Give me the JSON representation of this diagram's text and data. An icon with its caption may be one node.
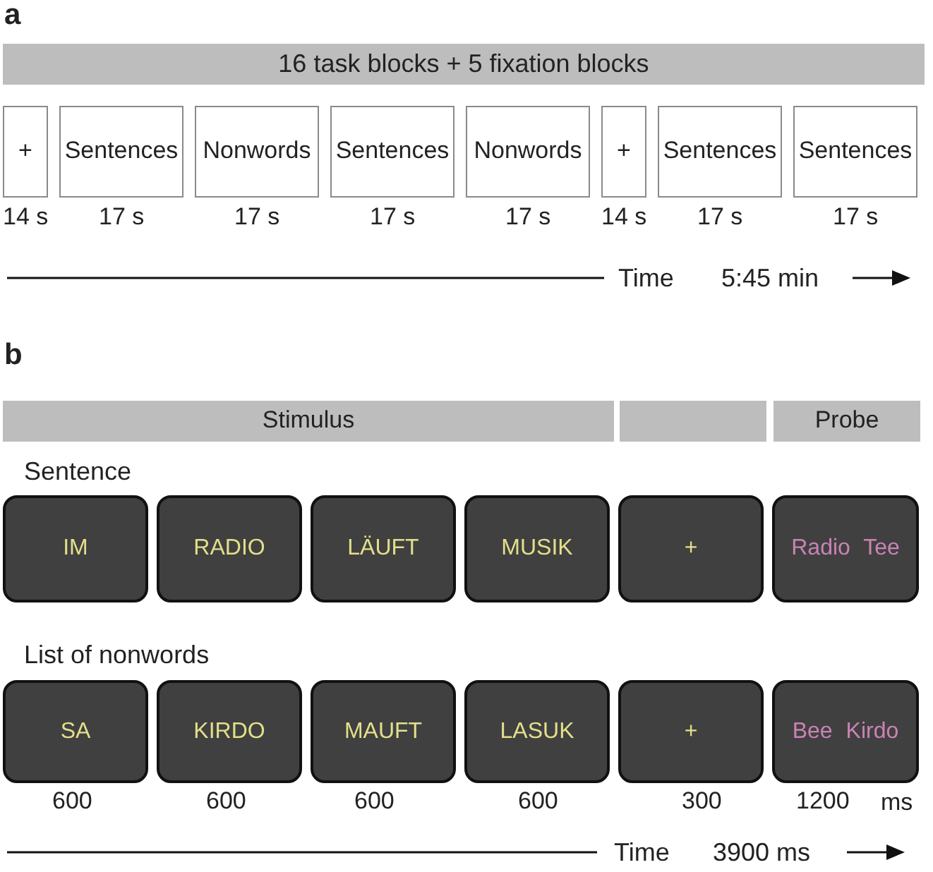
{
  "diagram": {
    "nodes": [
      {
        "text": [
          "16 task blocks + 5 fixation blocks"
        ]
      },
      {
        "text": [
          "+"
        ],
        "beside": [
          "14 s"
        ]
      },
      {
        "text": [
          "Sentences"
        ],
        "beside": [
          "17 s"
        ]
      },
      {
        "text": [
          "Nonwords"
        ],
        "beside": [
          "17 s"
        ]
      },
      {
        "text": [
          "Sentences"
        ],
        "beside": [
          "17 s"
        ]
      },
      {
        "text": [
          "Nonwords"
        ],
        "beside": [
          "17 s"
        ]
      },
      {
        "text": [
          "+"
        ],
        "beside": [
          "14 s"
        ]
      },
      {
        "text": [
          "Sentences"
        ],
        "beside": [
          "17 s"
        ]
      },
      {
        "text": [
          "Sentences"
        ],
        "beside": [
          "17 s"
        ]
      },
      {
        "text": [
          "Stimulus"
        ]
      },
      {
        "text": [],
        "shape": "bar"
      },
      {
        "text": [
          "Probe"
        ]
      },
      {
        "text": [
          "IM"
        ]
      },
      {
        "text": [
          "RADIO"
        ]
      },
      {
        "text": [
          "LÄUFT"
        ]
      },
      {
        "text": [
          "MUSIK"
        ]
      },
      {
        "text": [
          "+"
        ]
      },
      {
        "text": [
          "Radio Tee"
        ]
      },
      {
        "text": [
          "SA"
        ],
        "beside": [
          "600"
        ]
      },
      {
        "text": [
          "KIRDO"
        ],
        "beside": [
          "600"
        ]
      },
      {
        "text": [
          "MAUFT"
        ],
        "beside": [
          "600"
        ]
      },
      {
        "text": [
          "LASUK"
        ],
        "beside": [
          "600"
        ]
      },
      {
        "text": [
          "+"
        ],
        "beside": [
          "300"
        ]
      },
      {
        "text": [
          "Bee Kirdo"
        ],
        "beside": [
          "1200"
        ]
      }
    ],
    "labels": [
      "a",
      "Time",
      "5:45 min",
      "b",
      "Sentence",
      "List of nonwords",
      "ms",
      "Time",
      "3900 ms"
    ]
  }
}
